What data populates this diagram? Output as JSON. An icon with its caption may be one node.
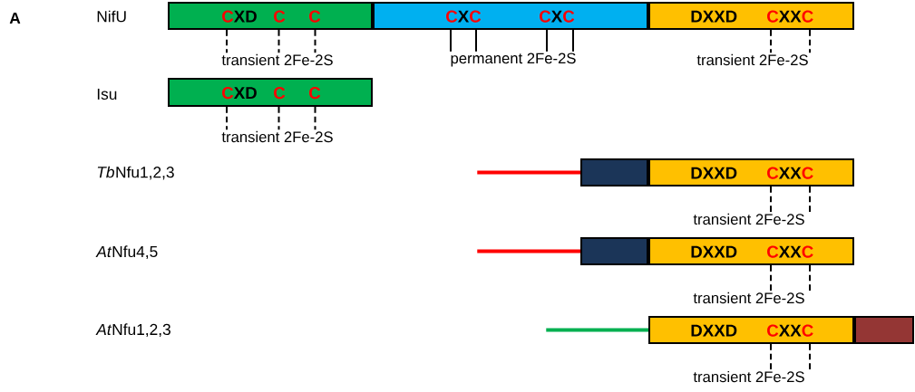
{
  "diagram": {
    "nodes": [
      {
        "text": [
          "C",
          "XD",
          "C",
          "C"
        ]
      },
      {
        "text": [
          "C",
          "X",
          "C",
          "C",
          "X",
          "C"
        ]
      },
      {
        "text": [
          "DXXD",
          "C",
          "XX",
          "C"
        ]
      },
      {
        "text": [
          "C",
          "XD",
          "C",
          "C"
        ]
      },
      {
        "text": [],
        "shape": "bar"
      },
      {
        "text": [],
        "shape": "box"
      },
      {
        "text": [
          "DXXD",
          "C",
          "XX",
          "C"
        ]
      },
      {
        "text": [],
        "shape": "bar"
      },
      {
        "text": [],
        "shape": "box"
      },
      {
        "text": [
          "DXXD",
          "C",
          "XX",
          "C"
        ]
      },
      {
        "text": [],
        "shape": "bar"
      },
      {
        "text": [
          "DXXD",
          "C",
          "XX",
          "C"
        ]
      },
      {
        "text": [],
        "shape": "box"
      },
      {
        "text": [
          "transient 2Fe-2S"
        ]
      },
      {
        "text": [
          "permanent 2Fe-2S"
        ]
      },
      {
        "text": [
          "transient 2Fe-2S"
        ]
      },
      {
        "text": [
          "transient 2Fe-2S"
        ]
      },
      {
        "text": [
          "transient 2Fe-2S"
        ]
      },
      {
        "text": [
          "transient 2Fe-2S"
        ]
      },
      {
        "text": [
          "transient 2Fe-2S"
        ]
      }
    ],
    "edges": [
      {
        "from": 0,
        "to": 13,
        "arrow": "none",
        "style": "dashed"
      },
      {
        "from": 0,
        "to": 13,
        "arrow": "none",
        "style": "dashed"
      },
      {
        "from": 0,
        "to": 13,
        "arrow": "none",
        "style": "dashed"
      },
      {
        "from": 1,
        "to": 14,
        "arrow": "none"
      },
      {
        "from": 1,
        "to": 14,
        "arrow": "none"
      },
      {
        "from": 1,
        "to": 14,
        "arrow": "none"
      },
      {
        "from": 1,
        "to": 14,
        "arrow": "none"
      },
      {
        "from": 2,
        "to": 15,
        "arrow": "none",
        "style": "dashed"
      },
      {
        "from": 2,
        "to": 15,
        "arrow": "none",
        "style": "dashed"
      },
      {
        "from": 3,
        "to": 16,
        "arrow": "none",
        "style": "dashed"
      },
      {
        "from": 3,
        "to": 16,
        "arrow": "none",
        "style": "dashed"
      },
      {
        "from": 3,
        "to": 16,
        "arrow": "none",
        "style": "dashed"
      },
      {
        "from": 6,
        "to": 17,
        "arrow": "none",
        "style": "dashed"
      },
      {
        "from": 6,
        "to": 17,
        "arrow": "none",
        "style": "dashed"
      },
      {
        "from": 9,
        "to": 18,
        "arrow": "none",
        "style": "dashed"
      },
      {
        "from": 9,
        "to": 18,
        "arrow": "none",
        "style": "dashed"
      },
      {
        "from": 11,
        "to": 19,
        "arrow": "none",
        "style": "dashed"
      },
      {
        "from": 11,
        "to": 19,
        "arrow": "none",
        "style": "dashed"
      }
    ],
    "labels": [
      "A",
      "NifU",
      "Isu",
      "Tb",
      "Nfu1,2,3",
      "At",
      "Nfu4,5",
      "At",
      "Nfu1,2,3"
    ]
  }
}
